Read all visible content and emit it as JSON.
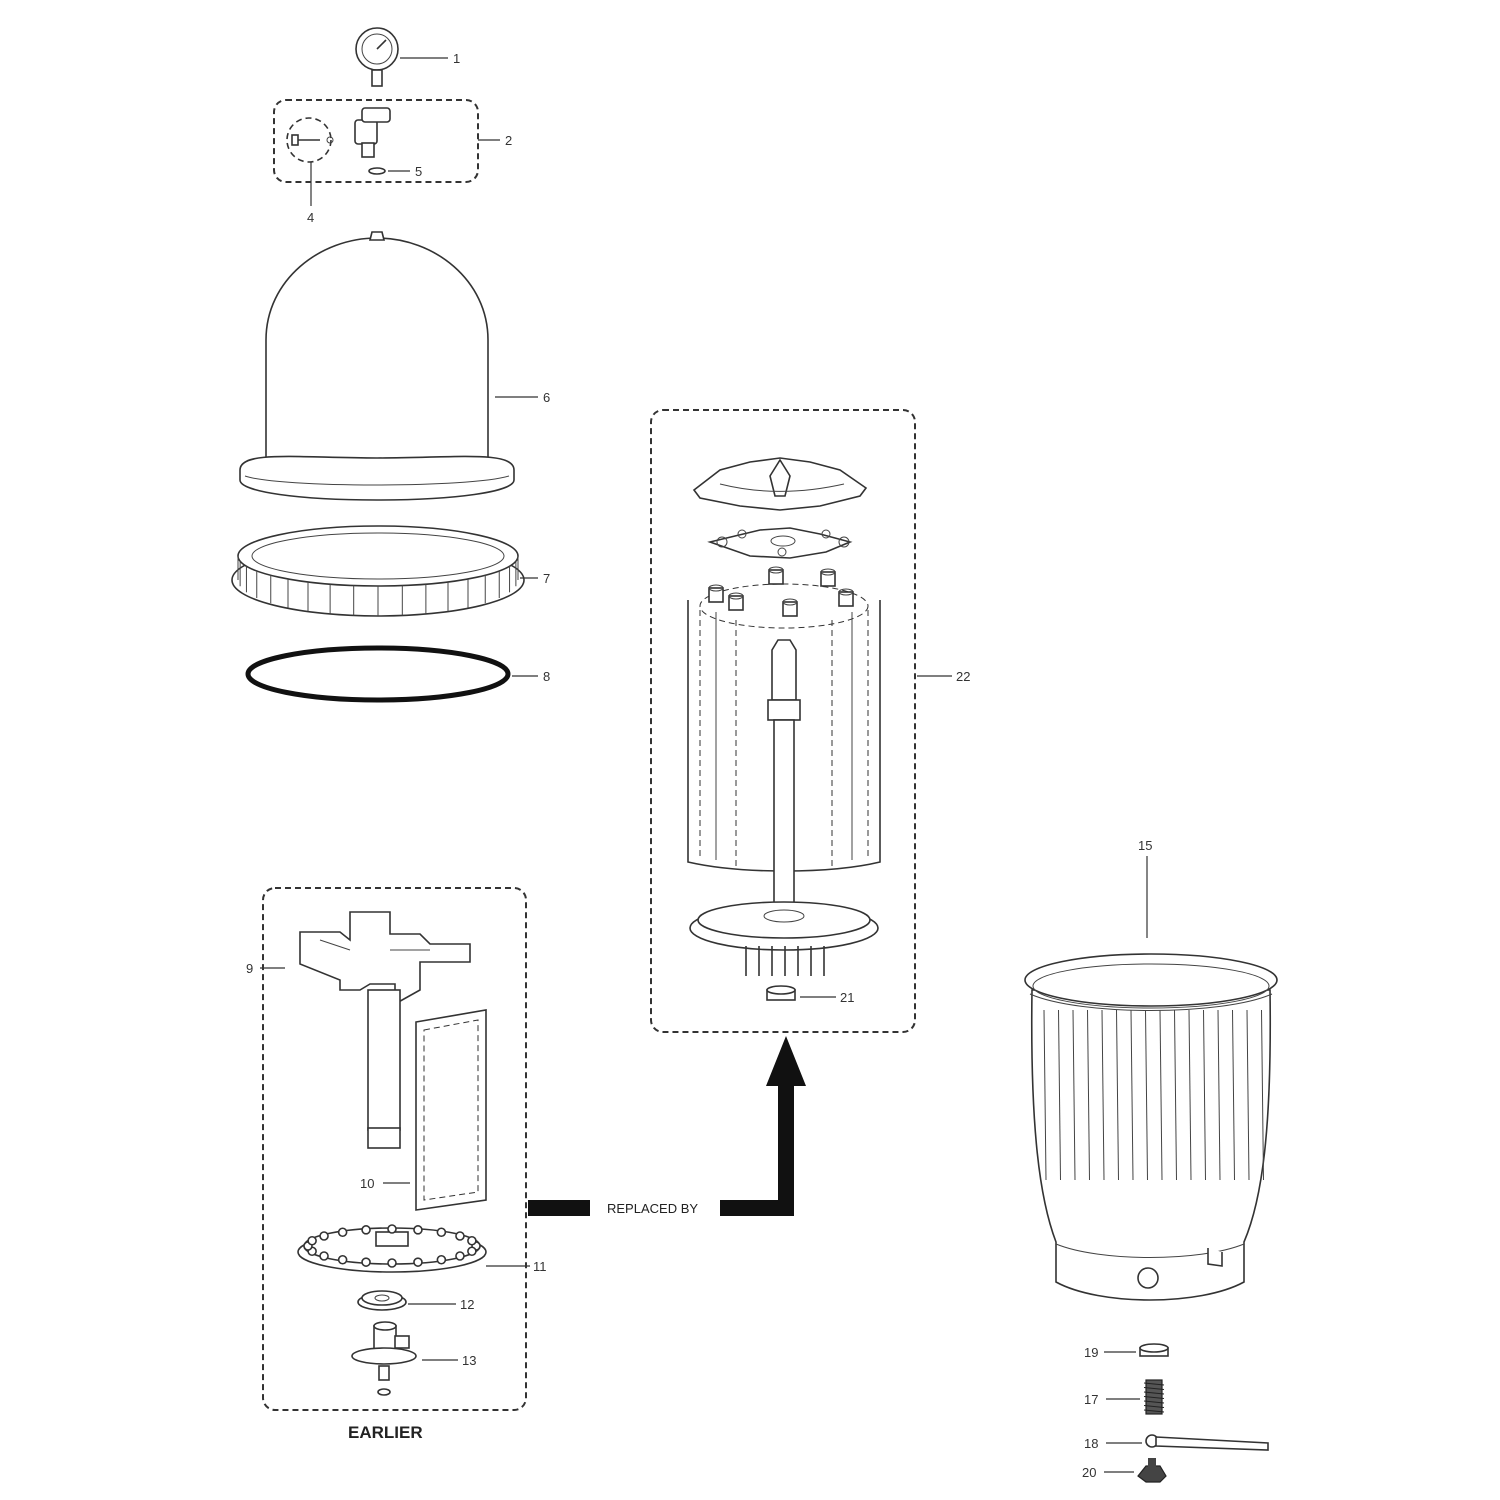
{
  "callouts": {
    "c1": "1",
    "c2": "2",
    "c4": "4",
    "c5": "5",
    "c6": "6",
    "c7": "7",
    "c8": "8",
    "c9": "9",
    "c10": "10",
    "c11": "11",
    "c12": "12",
    "c13": "13",
    "c15": "15",
    "c17": "17",
    "c18": "18",
    "c19": "19",
    "c20": "20",
    "c21": "21",
    "c22": "22"
  },
  "captions": {
    "earlier": "EARLIER",
    "replaced_by": "REPLACED BY"
  }
}
